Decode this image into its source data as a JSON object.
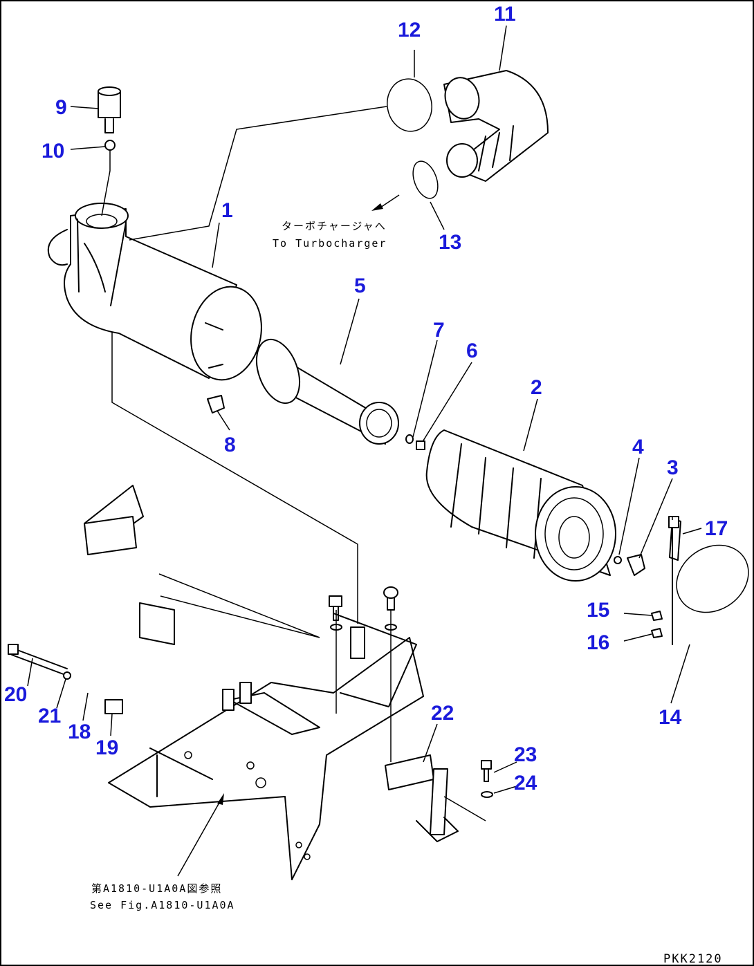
{
  "callouts": [
    "1",
    "2",
    "3",
    "4",
    "5",
    "6",
    "7",
    "8",
    "9",
    "10",
    "11",
    "12",
    "13",
    "14",
    "15",
    "16",
    "17",
    "18",
    "19",
    "20",
    "21",
    "22",
    "23",
    "24"
  ],
  "notes": {
    "turbo_jp": "ターボチャージャへ",
    "turbo_en": "To Turbocharger",
    "see_fig_jp": "第A1810-U1A0A図参照",
    "see_fig_en": "See Fig.A1810-U1A0A"
  },
  "drawing_code": "PKK2120",
  "colors": {
    "callout": "#1a1adb",
    "line": "#000000",
    "background": "#ffffff"
  }
}
